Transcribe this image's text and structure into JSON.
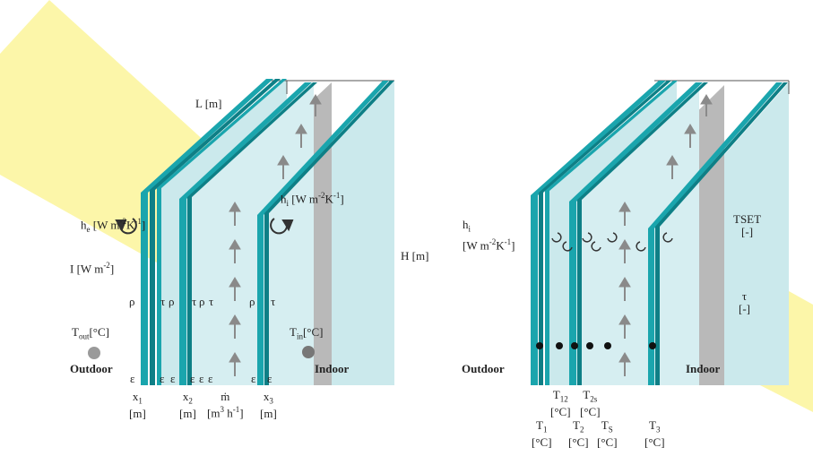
{
  "left": {
    "L": "L [m]",
    "H": "H [m]",
    "he": "[W m",
    "hi": "[W m",
    "I": "I [W m",
    "Tout": "T",
    "Tin": "T",
    "outdoor": "Outdoor",
    "indoor": "Indoor",
    "rho": "ρ",
    "tau": "τ",
    "eps": "ε",
    "x1": "x",
    "x2": "x",
    "x3": "x",
    "m_unit": "[m",
    "m_label": "ṁ",
    "meter": "[m]",
    "celsius": "[°C]"
  },
  "right": {
    "hi": "h",
    "hi_unit": "[W m",
    "tset": "TSET",
    "tset_unit": "[-]",
    "tau": "τ",
    "tau_unit": "[-]",
    "outdoor": "Outdoor",
    "indoor": "Indoor",
    "T12": "T",
    "T2s": "T",
    "T1": "T",
    "T2": "T",
    "TS": "T",
    "T3": "T",
    "celsius": "[°C]"
  },
  "colors": {
    "glass": "#1aa5ad",
    "glass_dark": "#0e7f86",
    "pane": "#cbe9ec",
    "channel": "#b9b9b9",
    "sun": "#fbf49a",
    "sensor": "#8a8a8a",
    "dot": "#111111"
  }
}
